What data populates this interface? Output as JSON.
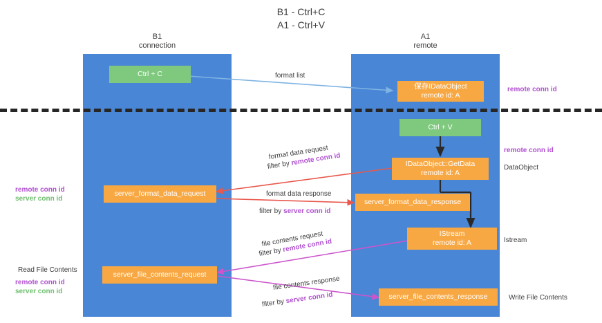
{
  "title": {
    "line1": "B1 - Ctrl+C",
    "line2": "A1 - Ctrl+V"
  },
  "lanes": {
    "left": {
      "name": "B1",
      "role": "connection"
    },
    "right": {
      "name": "A1",
      "role": "remote"
    }
  },
  "boxes": {
    "ctrl_c": {
      "line1": "Ctrl + C"
    },
    "ctrl_v": {
      "line1": "Ctrl + V"
    },
    "idataobject": {
      "line1": "保存IDataObject",
      "line2": "remote id: A"
    },
    "getdata": {
      "line1": "IDataObject::GetData",
      "line2": "remote id: A"
    },
    "istream": {
      "line1": "IStream",
      "line2": "remote id: A"
    },
    "server_format_data_request": {
      "line1": "server_format_data_request"
    },
    "server_format_data_response": {
      "line1": "server_format_data_response"
    },
    "server_file_contents_request": {
      "line1": "server_file_contents_request"
    },
    "server_file_contents_response": {
      "line1": "server_file_contents_response"
    }
  },
  "messages": {
    "format_list": "format list",
    "format_data_request": "format data request",
    "format_data_request_filter_prefix": "filter by ",
    "format_data_request_filter_key": "remote conn id",
    "format_data_response": "format data response",
    "format_data_response_filter_prefix": "filter by ",
    "format_data_response_filter_key": "server conn id",
    "file_contents_request": "file contents request",
    "file_contents_request_filter_prefix": "filter by ",
    "file_contents_request_filter_key": "remote conn id",
    "file_contents_response": "file contents response",
    "file_contents_response_filter_prefix": "filter by ",
    "file_contents_response_filter_key": "server conn id"
  },
  "side_labels": {
    "right_remote_conn_id_top": "remote conn id",
    "right_remote_conn_id_mid": "remote conn id",
    "right_dataobject": "DataObject",
    "right_istream": "Istream",
    "right_write_file_contents": "Write File Contents",
    "left_remote_conn_id": "remote conn id",
    "left_server_conn_id": "server conn id",
    "left_read_file_contents": "Read File Contents",
    "left_remote_conn_id_2": "remote conn id",
    "left_server_conn_id_2": "server conn id"
  },
  "colors": {
    "lane": "#4a86d6",
    "box_orange": "#f8a843",
    "box_green": "#7ec97e",
    "accent_purple": "#b050d0",
    "accent_green": "#52a852",
    "arrow_red": "#e8584c",
    "arrow_blue": "#7fb4e3",
    "arrow_magenta": "#cc55cc",
    "arrow_dark": "#2a2a2a"
  }
}
